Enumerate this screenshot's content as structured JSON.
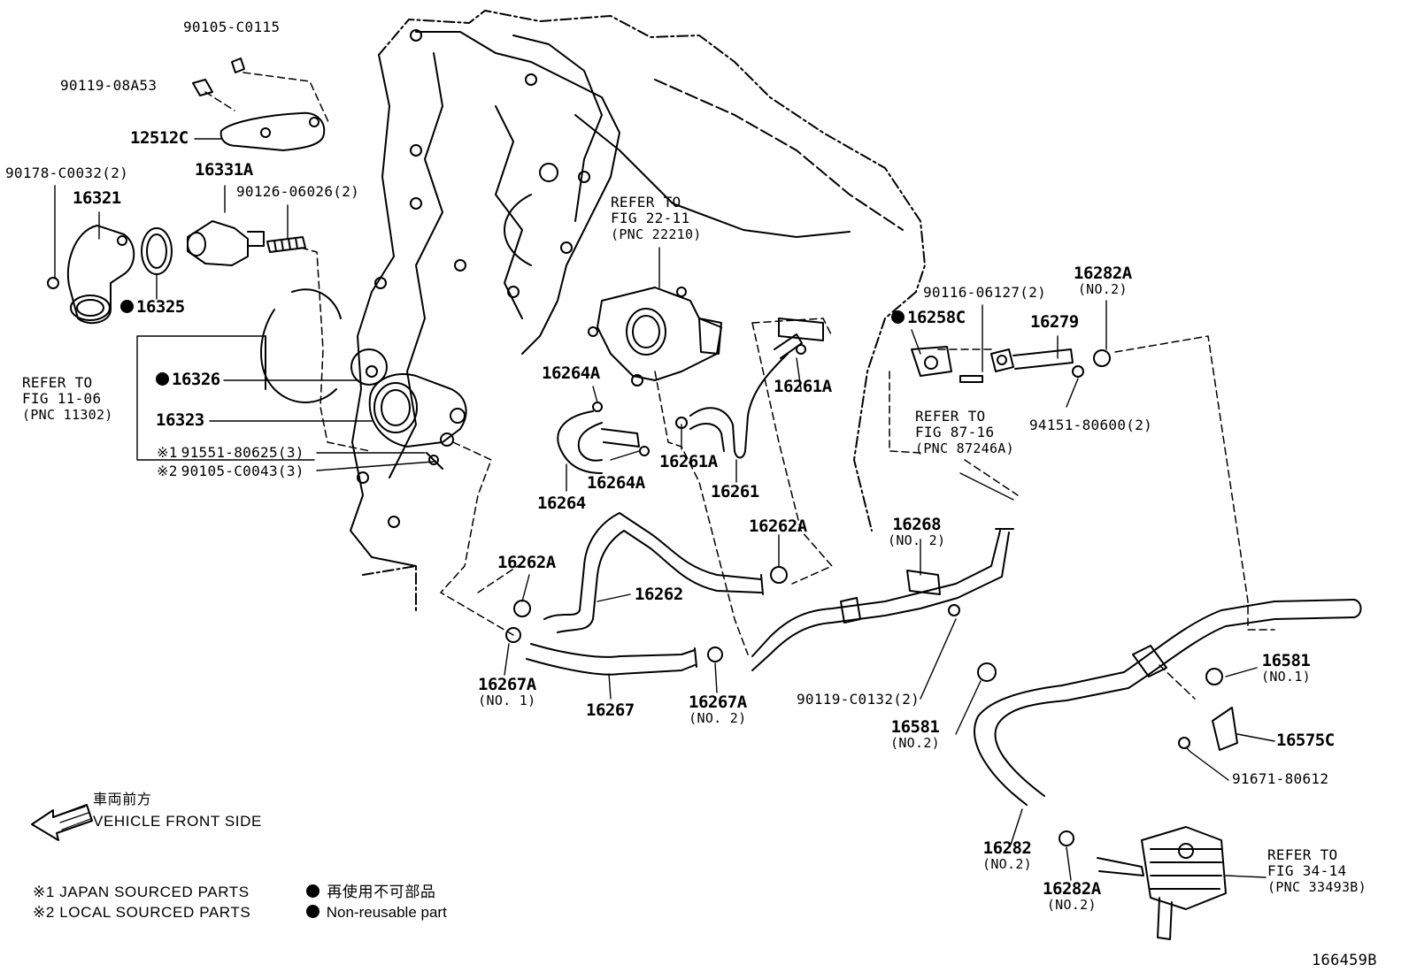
{
  "labels": {
    "p90105_C0115": "90105-C0115",
    "p90119_08A53": "90119-08A53",
    "p12512C": "12512C",
    "p90178_C0032": "90178-C0032(2)",
    "p16331A": "16331A",
    "p16321": "16321",
    "p90126_06026": "90126-06026(2)",
    "p16325": "16325",
    "p16326": "16326",
    "p16323": "16323",
    "p91551_80625": "91551-80625(3)",
    "p90105_C0043": "90105-C0043(3)",
    "p16264A_top": "16264A",
    "p16264A_bot": "16264A",
    "p16264": "16264",
    "p16261A_right": "16261A",
    "p16261A_left": "16261A",
    "p16261": "16261",
    "p16262A_right": "16262A",
    "p16262A_left": "16262A",
    "p16262": "16262",
    "p16267A_no1": "16267A",
    "p16267": "16267",
    "p16267A_no2": "16267A",
    "p16258C": "16258C",
    "p90116_06127": "90116-06127(2)",
    "p16282A_top": "16282A",
    "p16279": "16279",
    "p94151_80600": "94151-80600(2)",
    "p16268": "16268",
    "p90119_C0132": "90119-C0132(2)",
    "p16581_no2": "16581",
    "p16581_no1": "16581",
    "p16575C": "16575C",
    "p91671_80612": "91671-80612",
    "p16282": "16282",
    "p16282A_bot": "16282A",
    "fig_code": "166459B"
  },
  "subs": {
    "no1": "(NO. 1)",
    "no2_16267A": "(NO. 2)",
    "no2_16268": "(NO. 2)",
    "no2_16282A_top": "(NO.2)",
    "no2_16581": "(NO.2)",
    "no1_16581": "(NO.1)",
    "no2_16282": "(NO.2)",
    "no2_16282A_bot": "(NO.2)"
  },
  "refs": {
    "throttle": {
      "line1": "REFER TO",
      "line2": "FIG 22-11",
      "line3": "(PNC 22210)"
    },
    "water_pump": {
      "line1": "REFER TO",
      "line2": "FIG 11-06",
      "line3": "(PNC 11302)"
    },
    "fig87": {
      "line1": "REFER TO",
      "line2": "FIG 87-16",
      "line3": "(PNC 87246A)"
    },
    "oil_cooler": {
      "line1": "REFER TO",
      "line2": "FIG 34-14",
      "line3": "(PNC 33493B)"
    }
  },
  "marks": {
    "m1": "※1",
    "m2": "※2"
  },
  "legend": {
    "front_jp": "車両前方",
    "front_en": "VEHICLE FRONT SIDE",
    "japan": "※1 JAPAN SOURCED PARTS",
    "local": "※2 LOCAL SOURCED PARTS",
    "nonreuse_jp": "再使用不可部品",
    "nonreuse_en": "Non-reusable part"
  }
}
